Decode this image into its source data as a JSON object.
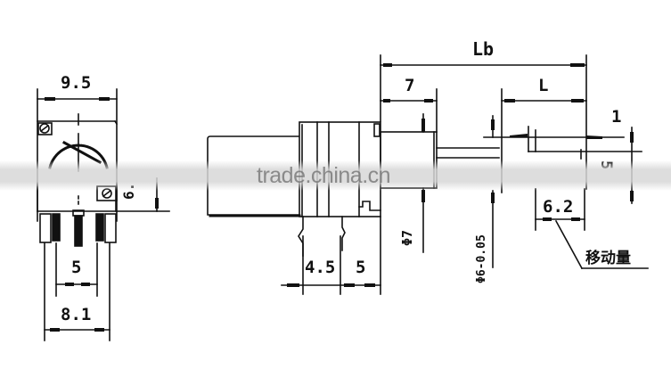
{
  "drawing": {
    "subject": "rotary potentiometer outline dimensions",
    "front_view": {
      "width_label": "9.5",
      "pin_pitch_label": "5",
      "pin_span_label": "8.1",
      "height_side_label": "6."
    },
    "side_view": {
      "overall_length_label": "Lb",
      "bushing_length_label": "7",
      "shaft_length_label": "L",
      "flat_depth_label": "1",
      "flat_height_label": "5",
      "flat_length_label": "6.2",
      "pin_spacing_a_label": "4.5",
      "pin_spacing_b_label": "5",
      "bushing_diameter_label": "Φ7",
      "shaft_diameter_label": "Φ6-0.05",
      "travel_note_label": "移动量"
    }
  },
  "watermark": {
    "text": "trade.china.cn"
  },
  "colors": {
    "line": "#111111",
    "background": "#ffffff",
    "watermark_band": "#d7d7d7"
  }
}
